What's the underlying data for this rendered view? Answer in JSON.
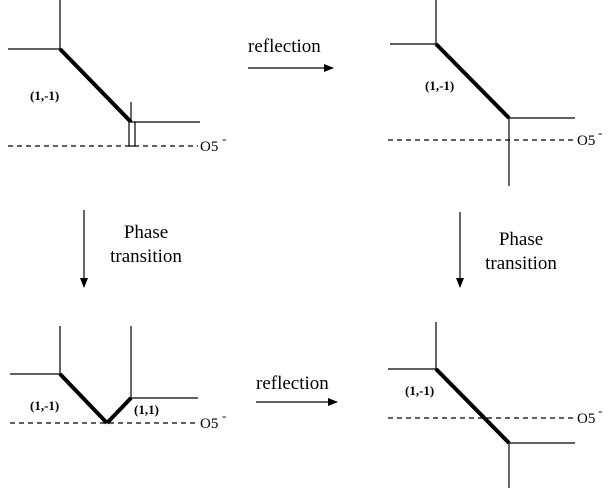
{
  "diagram": {
    "top_arrow_label": "reflection",
    "bottom_arrow_label": "reflection",
    "left_arrow_label_line1": "Phase",
    "left_arrow_label_line2": "transition",
    "right_arrow_label_line1": "Phase",
    "right_arrow_label_line2": "transition",
    "panel_top_left": {
      "segment_label": "(1,-1)",
      "plane_label": "O5",
      "plane_sup": "-"
    },
    "panel_top_right": {
      "segment_label": "(1,-1)",
      "plane_label": "O5",
      "plane_sup": "-"
    },
    "panel_bottom_left": {
      "segment_label_left": "(1,-1)",
      "segment_label_right": "(1,1)",
      "plane_label": "O5",
      "plane_sup": "-"
    },
    "panel_bottom_right": {
      "segment_label": "(1,-1)",
      "plane_label": "O5",
      "plane_sup": "-"
    }
  }
}
